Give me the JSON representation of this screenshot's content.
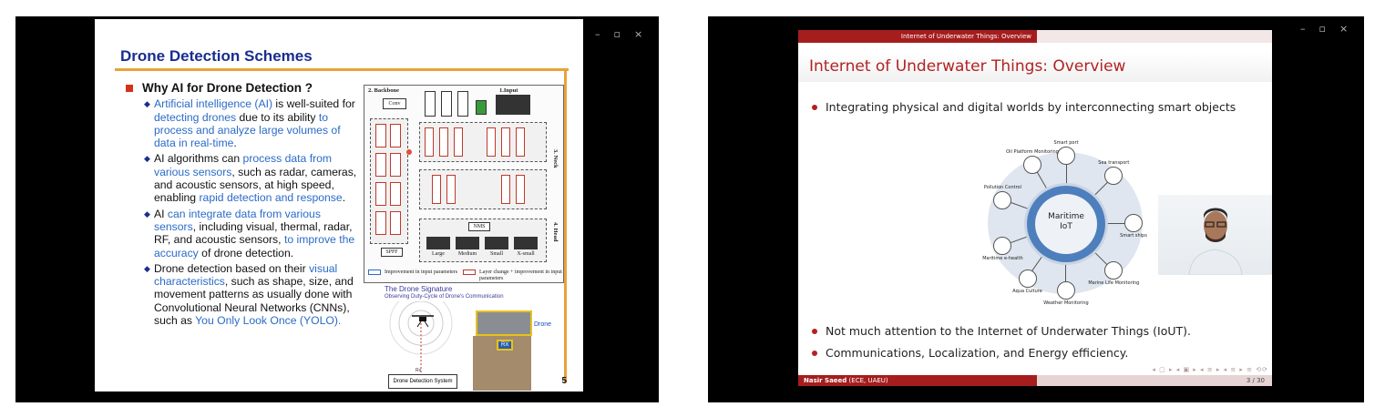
{
  "windows": {
    "left": {
      "controls": [
        "–",
        "▫",
        "×"
      ]
    },
    "right": {
      "controls": [
        "–",
        "▫",
        "×"
      ]
    }
  },
  "slide_left": {
    "title": "Drone Detection Schemes",
    "heading": "Why AI for Drone Detection ?",
    "bullets": [
      [
        {
          "t": "Artificial intelligence (AI)",
          "h": true
        },
        {
          "t": " is well-suited for ",
          "h": false
        },
        {
          "t": "detecting drones",
          "h": true
        },
        {
          "t": " due to its ability ",
          "h": false
        },
        {
          "t": "to process and analyze large volumes of data in real-time",
          "h": true
        },
        {
          "t": ".",
          "h": false
        }
      ],
      [
        {
          "t": "AI algorithms can ",
          "h": false
        },
        {
          "t": "process data from various sensors",
          "h": true
        },
        {
          "t": ", such as radar, cameras, and acoustic sensors, at high speed, enabling ",
          "h": false
        },
        {
          "t": "rapid detection and response",
          "h": true
        },
        {
          "t": ".",
          "h": false
        }
      ],
      [
        {
          "t": "AI ",
          "h": false
        },
        {
          "t": "can integrate data from various sensors",
          "h": true
        },
        {
          "t": ", including visual, thermal, radar, RF, and acoustic sensors, ",
          "h": false
        },
        {
          "t": "to improve the accuracy",
          "h": true
        },
        {
          "t": " of drone detection.",
          "h": false
        }
      ],
      [
        {
          "t": "Drone detection based on their ",
          "h": false
        },
        {
          "t": "visual characteristics",
          "h": true
        },
        {
          "t": ", such as shape, size, and movement patterns as usually done with Convolutional Neural Networks (CNNs), such as ",
          "h": false
        },
        {
          "t": "You Only Look Once (YOLO).",
          "h": true
        }
      ]
    ],
    "page_number": "5",
    "architecture": {
      "backbone_label": "2. Backbone",
      "input_label": "1.Input",
      "neck_label": "3. Neck",
      "head_label": "4. Head",
      "conv_label": "Conv",
      "sppf_label": "SPPF",
      "nms_label": "NMS",
      "output_sizes": [
        "Large",
        "Medium",
        "Small",
        "X-small"
      ],
      "legend_input": "Improvement in input parameters",
      "legend_layer": "Layer change + improvement in input parameters"
    },
    "signature": {
      "title": "The Drone Signature",
      "subtitle": "Observing Duty-Cycle of Drone's Communication",
      "drone_label": "Drone",
      "rx_label": "RX",
      "system_label": "Drone Detection System",
      "rx_small": "Rx"
    }
  },
  "slide_right": {
    "header_tab": "Internet of Underwater Things: Overview",
    "title": "Internet of Underwater Things: Overview",
    "bullet1": "Integrating physical and digital worlds by interconnecting smart objects",
    "bullet2": "Not much attention to the Internet of Underwater Things (IoUT).",
    "bullet3": "Communications, Localization, and Energy efficiency.",
    "footer_name": "Nasir Saeed",
    "footer_affil": "(ECE, UAEU)",
    "footer_page": "3 / 30",
    "nav_symbols": "◂ ▢ ▸ ◂ ▣ ▸ ◂ ≡ ▸ ◂ ≡ ▸ ≡ ⟲⟳",
    "diagram": {
      "center_line1": "Maritime",
      "center_line2": "IoT",
      "nodes": [
        {
          "label": "Smart port",
          "angle": -90
        },
        {
          "label": "Sea transport",
          "angle": -45
        },
        {
          "label": "Smart ships",
          "angle": 0
        },
        {
          "label": "Marine Life Monitoring",
          "angle": 45
        },
        {
          "label": "Weather Monitoring",
          "angle": 90
        },
        {
          "label": "Aqua Culture",
          "angle": 125
        },
        {
          "label": "Maritime e-health",
          "angle": 160
        },
        {
          "label": "Pollution Control",
          "angle": 200
        },
        {
          "label": "Oil Platform Monitoring",
          "angle": 240
        }
      ]
    }
  }
}
